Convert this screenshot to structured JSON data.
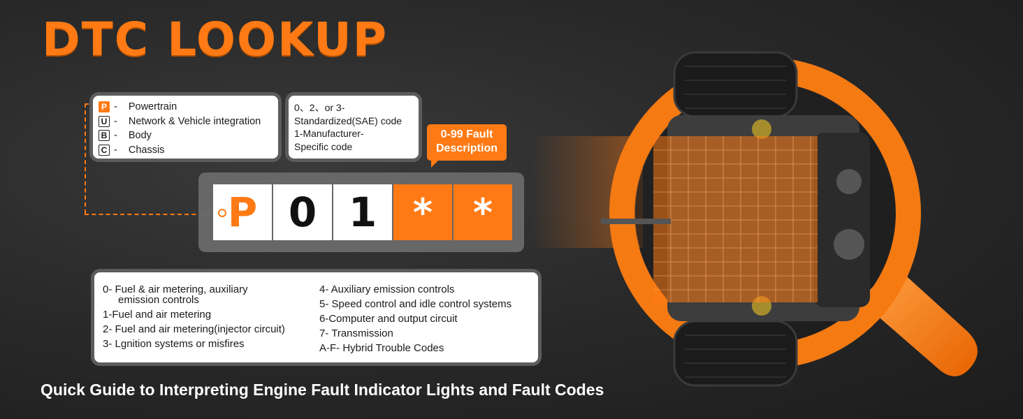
{
  "title": "DTC LOOKUP",
  "legend": {
    "items": [
      {
        "letter": "P",
        "label": "Powertrain"
      },
      {
        "letter": "U",
        "label": "Network & Vehicle integration"
      },
      {
        "letter": "B",
        "label": "Body"
      },
      {
        "letter": "C",
        "label": "Chassis"
      }
    ]
  },
  "sae_note": {
    "line1": "0、2、or 3-",
    "line2": "Standardized(SAE) code",
    "line3": "1-Manufacturer-",
    "line4": "Specific code"
  },
  "fault_tag": {
    "line1": "0-99 Fault",
    "line2": "Description"
  },
  "code": {
    "c1": "P",
    "c2": "0",
    "c3": "1",
    "c4": "*",
    "c5": "*"
  },
  "subsystems": {
    "col1": {
      "i0a": "0- Fuel & air metering, auxiliary",
      "i0b": "emission controls",
      "i1": "1-Fuel and air metering",
      "i2": "2- Fuel and air metering(injector circuit)",
      "i3": "3- Lgnition systems or misfires"
    },
    "col2": {
      "i4": "4- Auxiliary emission controls",
      "i5": "5- Speed control and idle control systems",
      "i6": "6-Computer and output circuit",
      "i7": "7- Transmission",
      "iaf": "A-F- Hybrid Trouble Codes"
    }
  },
  "subtitle": "Quick Guide to Interpreting Engine Fault Indicator Lights and Fault Codes",
  "colors": {
    "accent": "#ff7a14",
    "background": "#2a2a2a"
  }
}
